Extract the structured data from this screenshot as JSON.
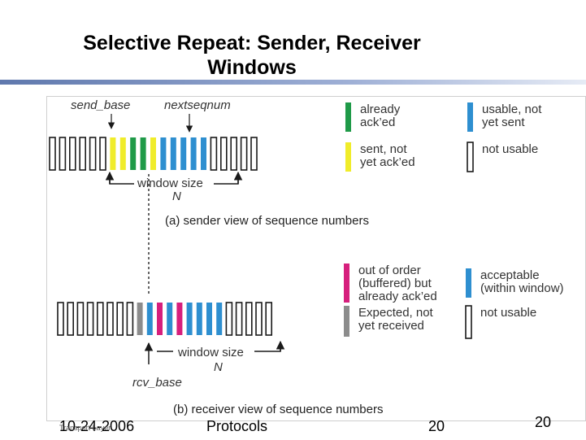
{
  "slide": {
    "title_line1": "Selective Repeat: Sender, Receiver",
    "title_line2": "Windows"
  },
  "sender": {
    "send_base_label": "send_base",
    "nextseqnum_label": "nextseqnum",
    "window_size_label": "window size",
    "n_label": "N",
    "caption": "(a) sender view of sequence numbers",
    "slots": [
      "white",
      "white",
      "white",
      "white",
      "white",
      "white",
      "yellow",
      "yellow",
      "green",
      "green",
      "yellow",
      "blue",
      "blue",
      "blue",
      "blue",
      "blue",
      "white",
      "white",
      "white",
      "white",
      "white"
    ],
    "legend": [
      {
        "color_key": "green",
        "line1": "already",
        "line2": "ack’ed"
      },
      {
        "color_key": "yellow",
        "line1": "sent, not",
        "line2": "yet ack’ed"
      },
      {
        "color_key": "blue",
        "line1": "usable, not",
        "line2": "yet sent"
      },
      {
        "color_key": "white",
        "line1": "not usable",
        "line2": ""
      }
    ]
  },
  "receiver": {
    "rcv_base_label": "rcv_base",
    "window_size_label": "window size",
    "n_label": "N",
    "caption": "(b) receiver view of sequence numbers",
    "slots": [
      "white",
      "white",
      "white",
      "white",
      "white",
      "white",
      "white",
      "white",
      "gray",
      "blue",
      "magenta",
      "blue",
      "magenta",
      "blue",
      "blue",
      "blue",
      "blue",
      "white",
      "white",
      "white",
      "white",
      "white"
    ],
    "legend": [
      {
        "color_key": "magenta",
        "line1": "out of order",
        "line2": "(buffered) but",
        "line3": "already ack’ed"
      },
      {
        "color_key": "gray",
        "line1": "Expected, not",
        "line2": "yet received",
        "line3": ""
      },
      {
        "color_key": "blue",
        "line1": "acceptable",
        "line2": "(within window)",
        "line3": ""
      },
      {
        "color_key": "white",
        "line1": "not usable",
        "line2": "",
        "line3": ""
      }
    ]
  },
  "colors": {
    "white": "#ffffff",
    "yellow": "#f0ec2a",
    "green": "#1f9a48",
    "blue": "#2e8fd0",
    "magenta": "#d61f7d",
    "gray": "#8c8c8c",
    "outline": "#1a1a1a",
    "rule": "#7f93bd"
  },
  "footer": {
    "date": "10-24-2006",
    "date_small": "Transport Layer",
    "topic": "Protocols",
    "page": "20",
    "page2": "20"
  }
}
